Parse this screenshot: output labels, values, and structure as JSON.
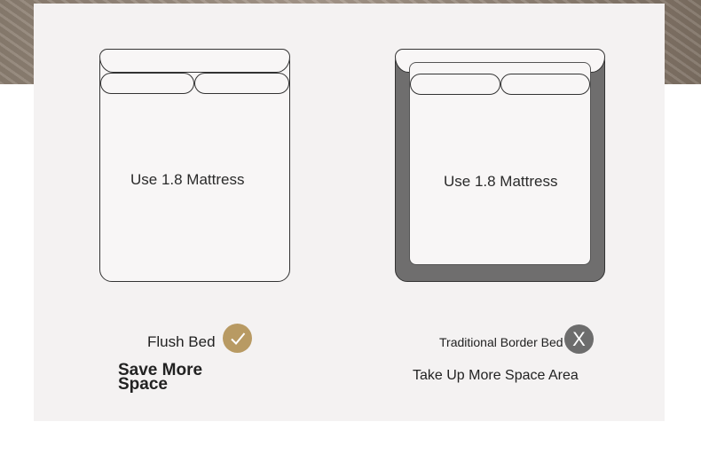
{
  "flush_bed": {
    "mattress_label": "Use 1.8 Mattress",
    "title": "Flush Bed",
    "benefit": "Save More\nSpace",
    "badge_icon": "check-icon",
    "badge_color": "#b89a63"
  },
  "traditional_bed": {
    "mattress_label": "Use 1.8 Mattress",
    "title": "Traditional Border Bed",
    "drawback": "Take Up More Space Area",
    "badge_icon": "x-icon",
    "badge_text": "X",
    "badge_color": "#6d6d6d",
    "frame_color": "#6f6e6e"
  }
}
